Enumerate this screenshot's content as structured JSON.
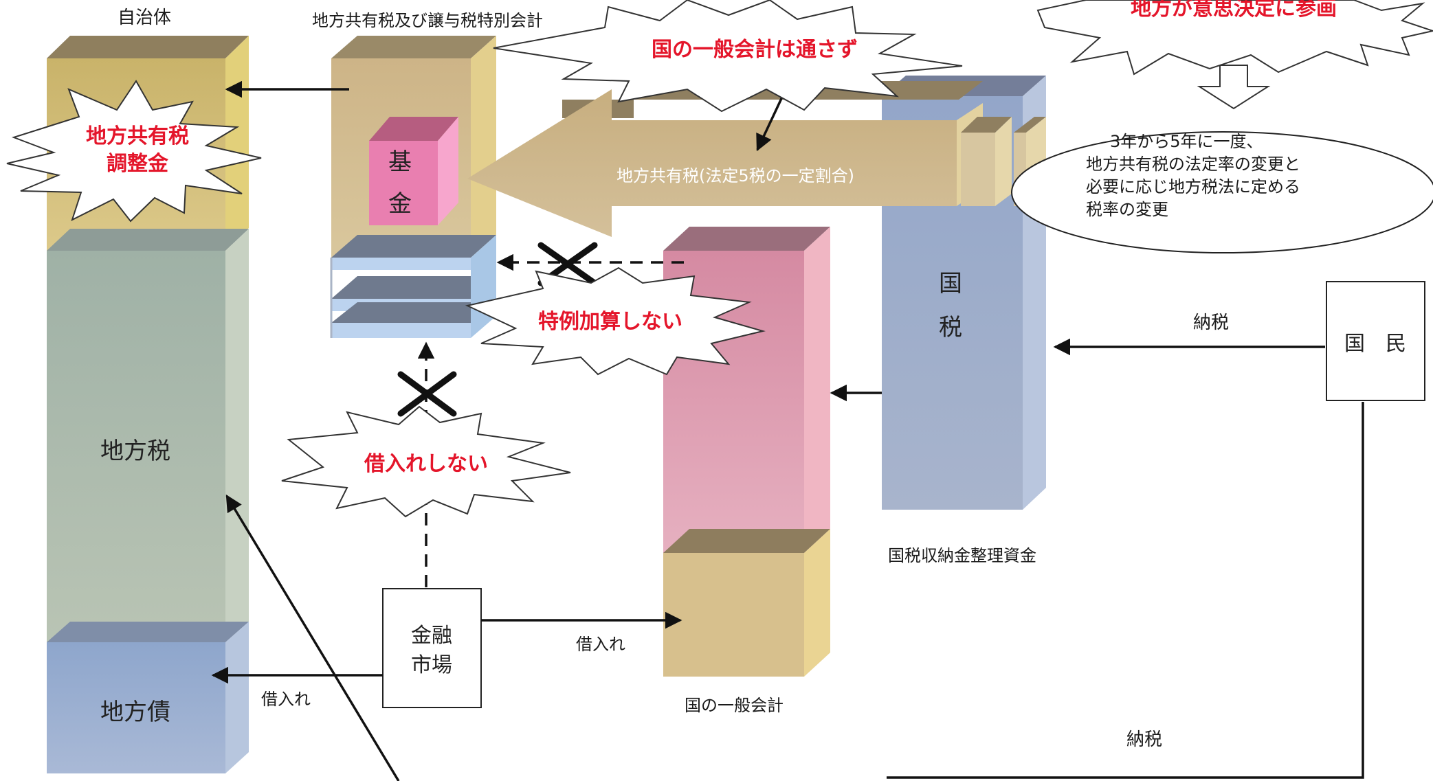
{
  "labels": {
    "local_gov": "自治体",
    "special_account": "地方共有税及び譲与税特別会計",
    "local_tax": "地方税",
    "local_bond": "地方債",
    "fund_1": "基",
    "fund_2": "金",
    "arrow_text": "地方共有税(法定5税の一定割合)",
    "national_tax_1": "国",
    "national_tax_2": "税",
    "tax_reserve": "国税収納金整理資金",
    "general_account": "国の一般会計",
    "market_1": "金融",
    "market_2": "市場",
    "citizens": "国　民",
    "payment_1": "納税",
    "payment_2": "納税",
    "borrow_1": "借入れ",
    "borrow_2": "借入れ",
    "note_1": "3年から5年に一度、",
    "note_2": "地方共有税の法定率の変更と",
    "note_3": "必要に応じ地方税法に定める",
    "note_4": "税率の変更"
  },
  "callouts": {
    "adjustment_1": "地方共有税",
    "adjustment_2": "調整金",
    "not_through": "国の一般会計は通さず",
    "participate": "地方が意思決定に参画",
    "no_special": "特例加算しない",
    "no_borrow": "借入れしない"
  },
  "colors": {
    "emphasis": "#e4152a",
    "gold": "#d8c37c",
    "tan": "#c9b07e",
    "gray_green": "#a9b8ac",
    "blue": "#9aaed0",
    "pink": "#e4a0b4",
    "fund_pink": "#ea88b8"
  }
}
